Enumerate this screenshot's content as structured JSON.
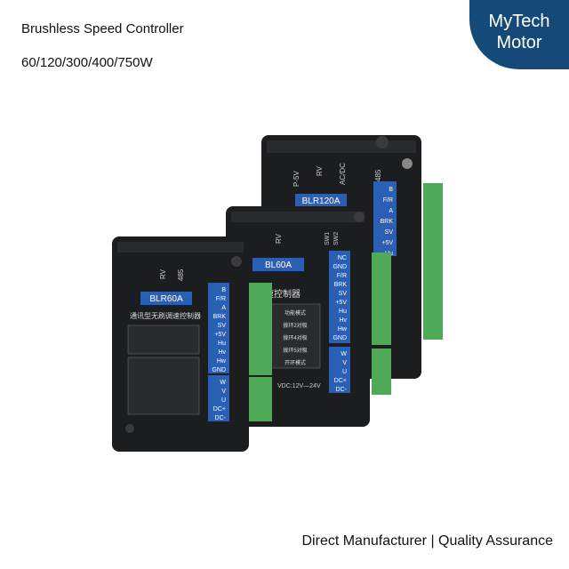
{
  "header": {
    "title": "Brushless Speed Controller",
    "subtitle": "60/120/300/400/750W"
  },
  "brand": {
    "line1": "MyTech",
    "line2": "Motor"
  },
  "footer": {
    "tagline": "Direct Manufacturer | Quality Assurance"
  },
  "colors": {
    "brand_bg": "#154a78",
    "device_body": "#1c1d1f",
    "label_blue": "#2b5fb3",
    "terminal_green": "#4faa58"
  },
  "devices": {
    "blr120a": {
      "model": "BLR120A",
      "top_labels": [
        "P-5V",
        "RV",
        "AC/DC",
        "485"
      ],
      "signal_pins": [
        "B",
        "F/R",
        "A",
        "BRK",
        "SV",
        "+5V",
        "Hu"
      ]
    },
    "bl60a": {
      "model": "BL60A",
      "panel_title": "速控制器",
      "top_labels": [
        "RV",
        "SW1",
        "SW2"
      ],
      "signal_pins": [
        "NC",
        "GND",
        "F/R",
        "BRK",
        "SV",
        "+5V",
        "Hu",
        "Hv",
        "Hw",
        "GND"
      ],
      "power_pins": [
        "W",
        "V",
        "U",
        "DC+",
        "DC-"
      ],
      "mode_rows": [
        "功能模式",
        "拨环2对极",
        "拨环4对极",
        "拨环5对极",
        "开环模式"
      ],
      "voltage": "VDC:12V—24V"
    },
    "blr60a": {
      "model": "BLR60A",
      "panel_title": "通讯型无刷调速控制器",
      "top_labels": [
        "RV",
        "485"
      ],
      "signal_pins": [
        "B",
        "F/R",
        "A",
        "BRK",
        "SV",
        "+5V",
        "Hu",
        "Hv",
        "Hw",
        "GND"
      ],
      "power_pins": [
        "W",
        "V",
        "U",
        "DC+",
        "DC-"
      ]
    }
  }
}
